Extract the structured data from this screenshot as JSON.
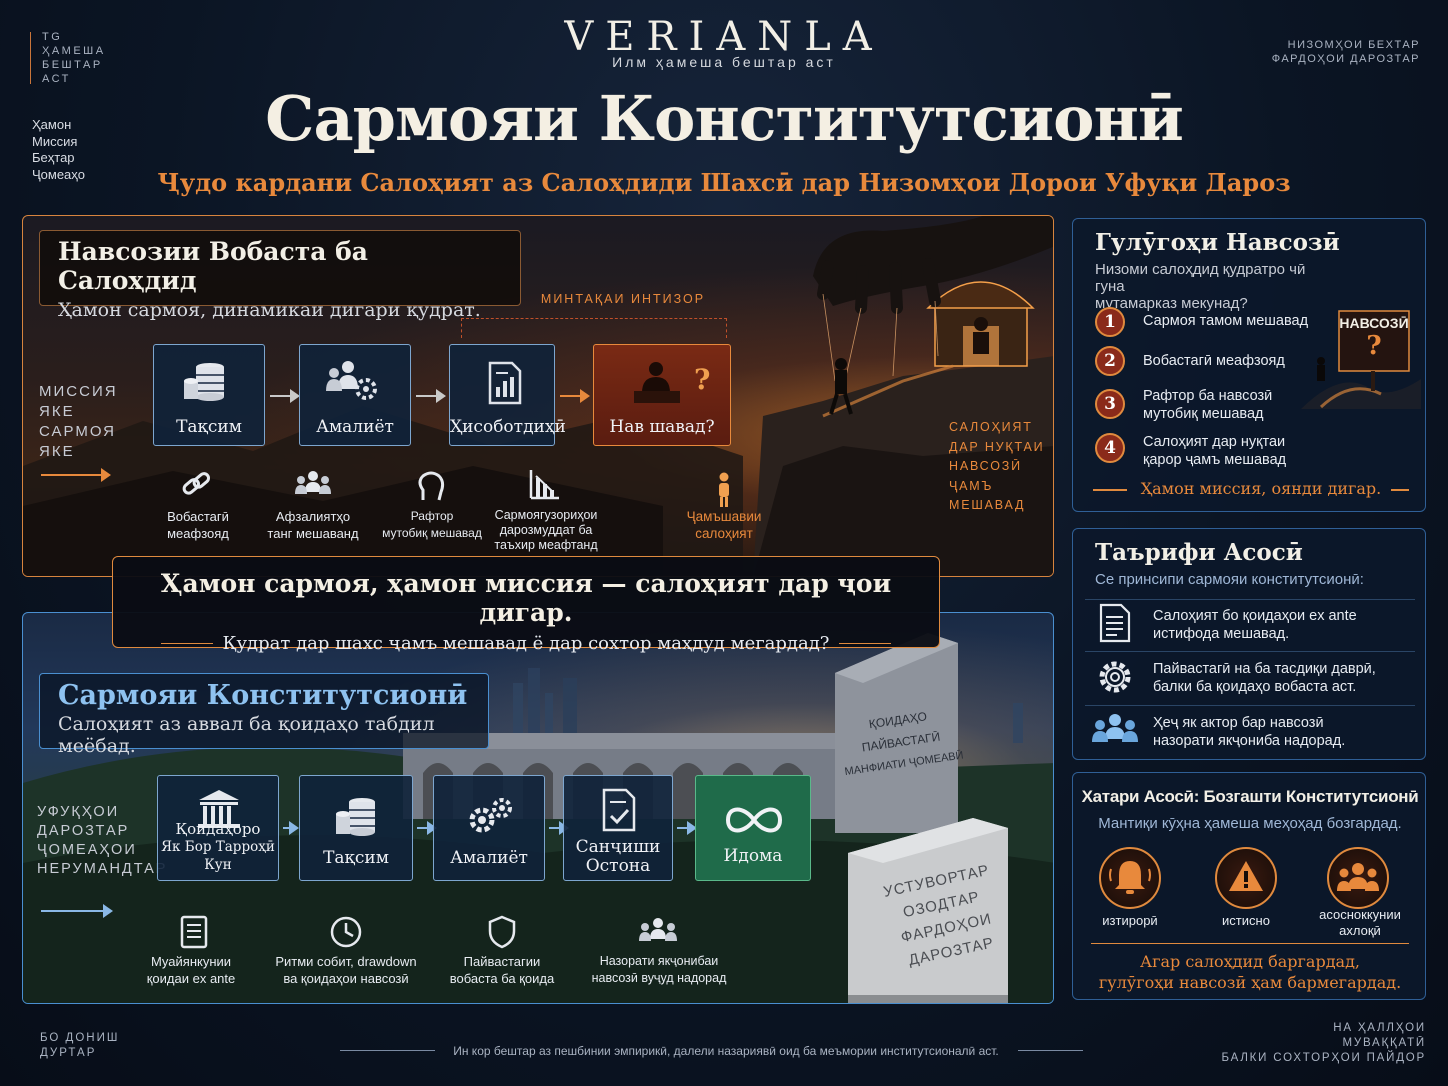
{
  "corners": {
    "top_left": [
      "TG",
      "ҲАМЕША",
      "БЕШТАР",
      "АСТ"
    ],
    "top_right": [
      "НИЗОМҲОИ БЕХТАР",
      "ФАРДОҲОИ ДАРОЗТАР"
    ],
    "left_words": [
      "Ҳамон",
      "Миссия",
      "Беҳтар",
      "Ҷомеаҳо"
    ],
    "bottom_left": [
      "БО ДОНИШ",
      "ДУРТАР"
    ],
    "bottom_right": [
      "НА ҲАЛЛҲОИ",
      "МУВАҚҚАТӢ",
      "БАЛКИ СОХТОРҲОИ ПАЙДОР"
    ],
    "footer": "Ин кор бештар аз пешбинии эмпирикӣ, далели назариявӣ оид ба меъмории институтсионалӣ аст."
  },
  "header": {
    "brand": "VERIANLA",
    "brand_sub": "Илм ҳамеша бештар аст",
    "title": "Сармояи Конститутсионӣ",
    "subtitle": "Ҷудо кардани Салоҳият аз Салоҳдиди Шахсӣ дар Низомҳои Дорои Уфуқи Дароз"
  },
  "top_panel": {
    "title": "Навсозии Вобаста ба Салоҳдид",
    "subtitle": "Ҳамон сармоя, динамикаи дигари қудрат.",
    "side_label": [
      "МИССИЯ",
      "ЯКЕ",
      "САРМОЯ",
      "ЯКЕ"
    ],
    "zone_label": "МИНТАҚАИ ИНТИЗОР",
    "steps": [
      "Тақсим",
      "Амалиёт",
      "Ҳисоботдиҳӣ",
      "Нав шавад?"
    ],
    "icons": [
      {
        "label": [
          "Вобастагӣ",
          "меафзояд"
        ]
      },
      {
        "label": [
          "Афзалиятҳо",
          "танг мешаванд"
        ]
      },
      {
        "label": [
          "Рафтор",
          "мутобиқ мешавад"
        ]
      },
      {
        "label": [
          "Сармоягузориҳои",
          "дарозмуддат ба",
          "таъхир меафтанд"
        ]
      }
    ],
    "accum_label": [
      "Ҷамъшавии",
      "салоҳият"
    ],
    "scene_label": [
      "САЛОҲИЯТ",
      "ДАР НУҚТАИ",
      "НАВСОЗӢ",
      "ҶАМЪ МЕШАВАД"
    ]
  },
  "bridge": {
    "main": "Ҳамон сармоя, ҳамон миссия — салоҳият дар ҷои дигар.",
    "sub": "Қудрат дар шахс ҷамъ мешавад ё дар сохтор маҳдуд мегардад?"
  },
  "bottom_panel": {
    "title": "Сармояи Конститутсионӣ",
    "subtitle": "Салоҳият аз аввал ба қоидаҳо табдил меёбад.",
    "side_label": [
      "УФУҚҲОИ",
      "ДАРОЗТАР",
      "ҶОМЕАҲОИ",
      "НЕРУМАНДТАР"
    ],
    "steps": [
      {
        "label": [
          "Қоидаҳоро",
          "Як Бор Тарроҳӣ Кун"
        ]
      },
      {
        "label": [
          "Тақсим"
        ]
      },
      {
        "label": [
          "Амалиёт"
        ]
      },
      {
        "label": [
          "Санҷиши",
          "Остона"
        ]
      },
      {
        "label": [
          "Идома"
        ]
      }
    ],
    "icons": [
      {
        "label": [
          "Муайянкунии",
          "қоидаи ex ante"
        ]
      },
      {
        "label": [
          "Ритми собит, drawdown",
          "ва қоидаҳои навсозӣ"
        ]
      },
      {
        "label": [
          "Пайвастагии",
          "вобаста ба қоида"
        ]
      },
      {
        "label": [
          "Назорати якҷонибаи",
          "навсозӣ вуҷуд надорад"
        ]
      }
    ],
    "monument": [
      "ҚОИДАҲО",
      "ПАЙВАСТАГӢ",
      "МАНФИАТИ ҶОМЕАВӢ"
    ],
    "stone": [
      "УСТУВОРТАР",
      "ОЗОДТАР",
      "ФАРДОҲОИ",
      "ДАРОЗТАР"
    ]
  },
  "right": {
    "traps": {
      "title": "Гулӯгоҳи Навсозӣ",
      "subtitle": [
        "Низоми салоҳдид қудратро чӣ гуна",
        "мутамарказ мекунад?"
      ],
      "sign": [
        "НАВСОЗӢ",
        "?"
      ],
      "items": [
        {
          "n": "1",
          "text": [
            "Сармоя тамом мешавад"
          ]
        },
        {
          "n": "2",
          "text": [
            "Вобастагӣ меафзояд"
          ]
        },
        {
          "n": "3",
          "text": [
            "Рафтор ба навсозӣ",
            "мутобиқ мешавад"
          ]
        },
        {
          "n": "4",
          "text": [
            "Салоҳият дар нуқтаи",
            "қарор ҷамъ мешавад"
          ]
        }
      ],
      "footer": "Ҳамон миссия, оянди дигар."
    },
    "definition": {
      "title": "Таърифи Асосӣ",
      "subtitle": "Се принсипи сармояи конститутсионӣ:",
      "items": [
        {
          "icon": "document-icon",
          "text": [
            "Салоҳият бо қоидаҳои ex ante",
            "истифода мешавад."
          ]
        },
        {
          "icon": "gear-icon",
          "text": [
            "Пайвастагӣ на ба тасдиқи даврӣ,",
            "балки ба қоидаҳо вобаста аст."
          ]
        },
        {
          "icon": "group-icon",
          "text": [
            "Ҳеҷ як актор бар навсозӣ",
            "назорати якҷониба надорад."
          ]
        }
      ]
    },
    "risk": {
      "title": "Хатари Асосӣ: Бозгашти Конститутсионӣ",
      "subtitle": "Мантиқи кӯҳна ҳамеша меҳоҳад бозгардад.",
      "items": [
        {
          "icon": "alarm-icon",
          "label": [
            "изтирорӣ"
          ]
        },
        {
          "icon": "warning-icon",
          "label": [
            "истисно"
          ]
        },
        {
          "icon": "people-icon",
          "label": [
            "асосноккунии",
            "ахлоқӣ"
          ]
        }
      ],
      "footer": [
        "Агар салоҳдид баргардад,",
        "гулӯгоҳи навсозӣ ҳам бармегардад."
      ]
    }
  },
  "colors": {
    "accent": "#e8893c",
    "blue": "#4a8fd0",
    "title": "#f4efe3",
    "step_green": "#1f6b4a"
  }
}
